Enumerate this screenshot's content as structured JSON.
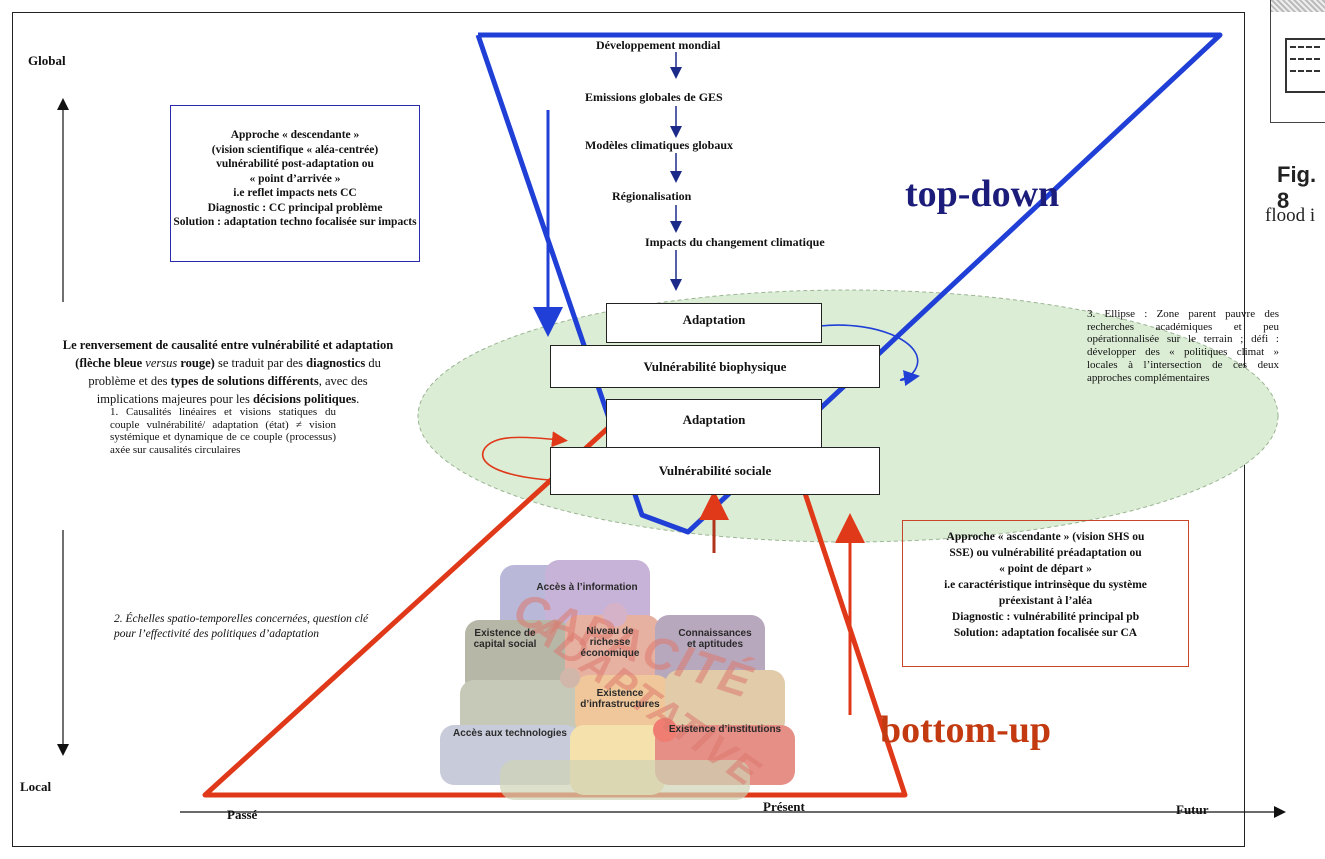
{
  "axis": {
    "global": "Global",
    "local": "Local",
    "past": "Passé",
    "present": "Présent",
    "future": "Futur"
  },
  "flow_chain": [
    "Développement mondial",
    "Emissions globales de GES",
    "Modèles climatiques globaux",
    "Régionalisation",
    "Impacts du changement climatique"
  ],
  "boxes": {
    "adaptation_top": "Adaptation",
    "vuln_biophysique": "Vulnérabilité biophysique",
    "adaptation_bottom": "Adaptation",
    "vuln_sociale": "Vulnérabilité sociale"
  },
  "top_down_box": {
    "line1": "Approche « descendante »",
    "line2": "(vision scientifique « aléa-centrée)",
    "line3": "vulnérabilité post-adaptation ou",
    "line4": "« point d’arrivée »",
    "line5": "i.e reflet impacts nets CC",
    "line6": "Diagnostic : CC principal problème",
    "line7": "Solution : adaptation techno focalisée sur impacts"
  },
  "bottom_up_box": {
    "line1": "Approche « ascendante » (vision SHS ou",
    "line2": "SSE) ou vulnérabilité préadaptation ou",
    "line3": "« point de départ »",
    "line4": "i.e caractéristique intrinsèque du système",
    "line5": "préexistant à l’aléa",
    "line6": "Diagnostic : vulnérabilité principal pb",
    "line7": "Solution: adaptation focalisée sur CA"
  },
  "causality_text": {
    "p1": "Le renversement de causalité entre vulnérabilité et adaptation",
    "p2a": "(flèche bleue ",
    "p2b": "versus",
    "p2c": " rouge)",
    "p2d": " se traduit par des ",
    "p2e": "diagnostics",
    "p2f": " du",
    "p3a": "problème et des ",
    "p3b": "types de solutions différents",
    "p3c": ", avec des",
    "p4a": "implications majeures pour les ",
    "p4b": "décisions politiques",
    "p4c": "."
  },
  "note1": "1. Causalités linéaires et visions statiques du couple vulnérabilité/ adaptation (état) ≠ vision systémique et dynamique de ce couple (processus) axée sur causalités circulaires",
  "note2": "2. Échelles spatio-temporelles concernées, question clé pour l’effectivité des politiques d’adaptation",
  "note3": "3. Ellipse : Zone parent pauvre des recherches académiques et peu opérationnalisée sur le terrain ; défi : développer des « politiques climat » locales à l’intersection de ces deux approches complémentaires",
  "labels": {
    "top_down": "top-down",
    "bottom_up": "bottom-up"
  },
  "puzzle": {
    "watermark1": "CAPACITÉ",
    "watermark2": "ADAPTATIVE",
    "pieces": [
      "Accès à l’information",
      "Existence de capital social",
      "Niveau de richesse économique",
      "Connaissances et aptitudes",
      "Existence d’infrastructures",
      "Accès aux technologies",
      "Existence d’institutions"
    ]
  },
  "figure_fragment": {
    "caption": "Fig. 8",
    "subtitle": "flood i"
  },
  "colors": {
    "blue": "#1f3fd6",
    "red": "#e0391a",
    "ellipse": "#dcedd6",
    "dark_blue_text": "#1c1c7a"
  }
}
